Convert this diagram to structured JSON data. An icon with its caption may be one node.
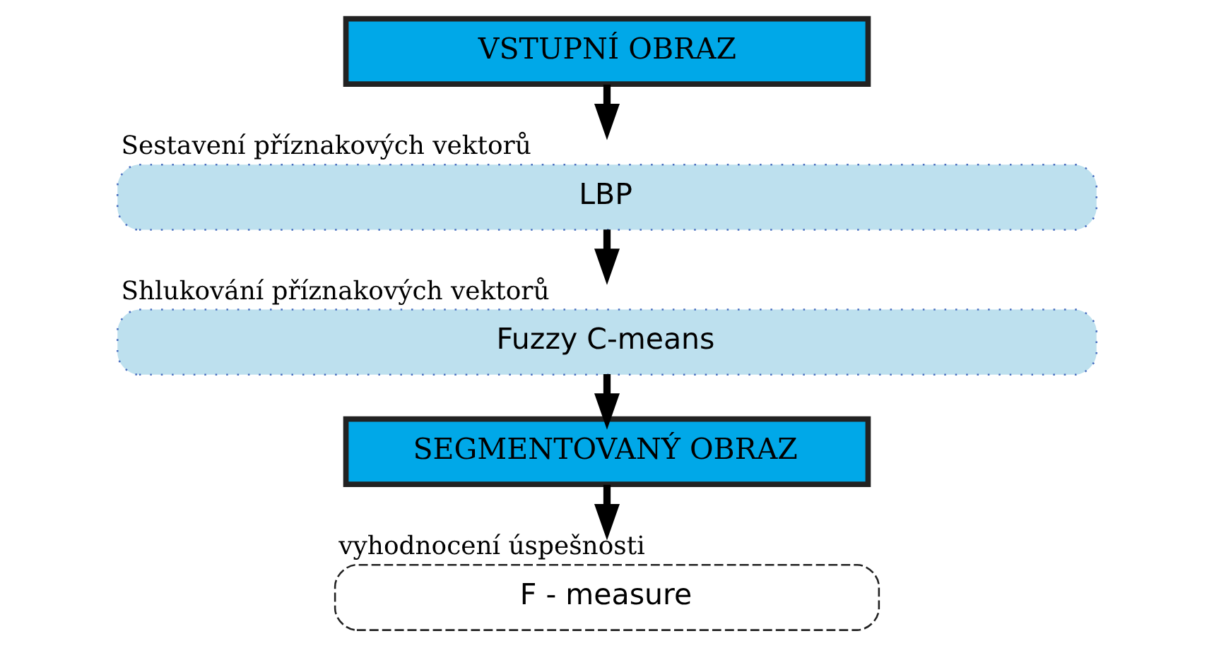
{
  "diagram": {
    "nodes": [
      {
        "text": [
          "VSTUPNÍ OBRAZ"
        ]
      },
      {
        "text": [
          "Sestavení příznakových vektorů",
          "LBP"
        ]
      },
      {
        "text": [
          "Shlukování příznakových vektorů",
          "Fuzzy C-means"
        ]
      },
      {
        "text": [
          "SEGMENTOVANÝ OBRAZ"
        ]
      },
      {
        "text": [
          "vyhodnocení úspešnosti",
          "F - measure"
        ]
      }
    ],
    "edges": [
      {
        "from": 0,
        "to": 1,
        "arrow": "to"
      },
      {
        "from": 1,
        "to": 2,
        "arrow": "to"
      },
      {
        "from": 2,
        "to": 3,
        "arrow": "to"
      },
      {
        "from": 3,
        "to": 4,
        "arrow": "to"
      }
    ]
  }
}
